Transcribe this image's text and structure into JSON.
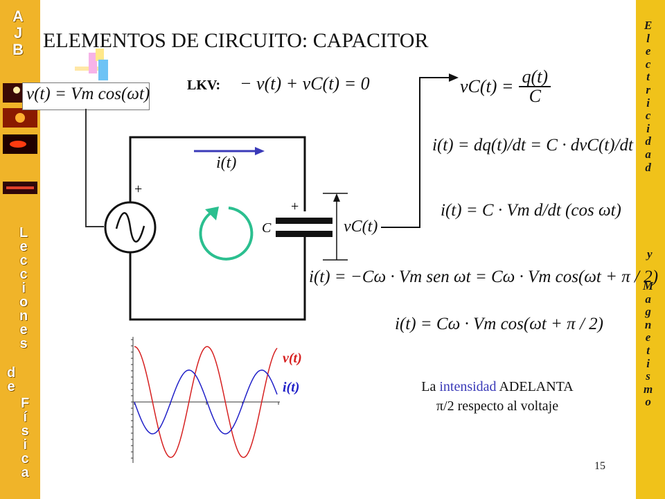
{
  "sidebar_left": {
    "letters_top": [
      "A",
      "J",
      "B"
    ],
    "letters_lecciones": [
      "L",
      "e",
      "c",
      "c",
      "i",
      "o",
      "n",
      "e",
      "s"
    ],
    "letters_de": [
      "d",
      "e"
    ],
    "letters_fisica": [
      "F",
      "í",
      "s",
      "i",
      "c",
      "a"
    ]
  },
  "sidebar_right": {
    "letters_electricidad": [
      "E",
      "l",
      "e",
      "c",
      "t",
      "r",
      "i",
      "c",
      "i",
      "d",
      "a",
      "d"
    ],
    "letter_y": "y",
    "letters_magnetismo": [
      "M",
      "a",
      "g",
      "n",
      "e",
      "t",
      "i",
      "s",
      "m",
      "o"
    ]
  },
  "title": "ELEMENTOS DE CIRCUITO: CAPACITOR",
  "source_equation": "v(t) = Vm cos(ωt)",
  "lkv_label": "LKV:",
  "lkv_equation": "− v(t) + vC(t) = 0",
  "circuit": {
    "current_label": "i(t)",
    "capacitor_label": "C",
    "plus_source": "+",
    "plus_cap": "+",
    "voltage_label": "vC(t)"
  },
  "equations": {
    "eq1_lhs": "vC(t) =",
    "eq1_num": "q(t)",
    "eq1_den": "C",
    "eq2": "i(t) = dq(t)/dt = C · dvC(t)/dt",
    "eq3": "i(t) = C · Vm d/dt (cos ωt)",
    "eq4": "i(t) = −Cω · Vm sen ωt = Cω · Vm cos(ωt + π / 2)",
    "eq5": "i(t) = Cω · Vm cos(ωt + π / 2)"
  },
  "plot": {
    "legend_v": "v(t)",
    "legend_i": "i(t)",
    "color_v": "#d62020",
    "color_i": "#2020c8"
  },
  "note": {
    "part1": "La ",
    "highlight": "intensidad",
    "part2": " ADELANTA",
    "line2": "π/2 respecto al voltaje"
  },
  "page_number": "15",
  "colors": {
    "left_bar": "#f0b429",
    "right_bar": "#f0c21a",
    "circle_arrow": "#2bbf8f",
    "current_arrow": "#3a3ab8"
  }
}
